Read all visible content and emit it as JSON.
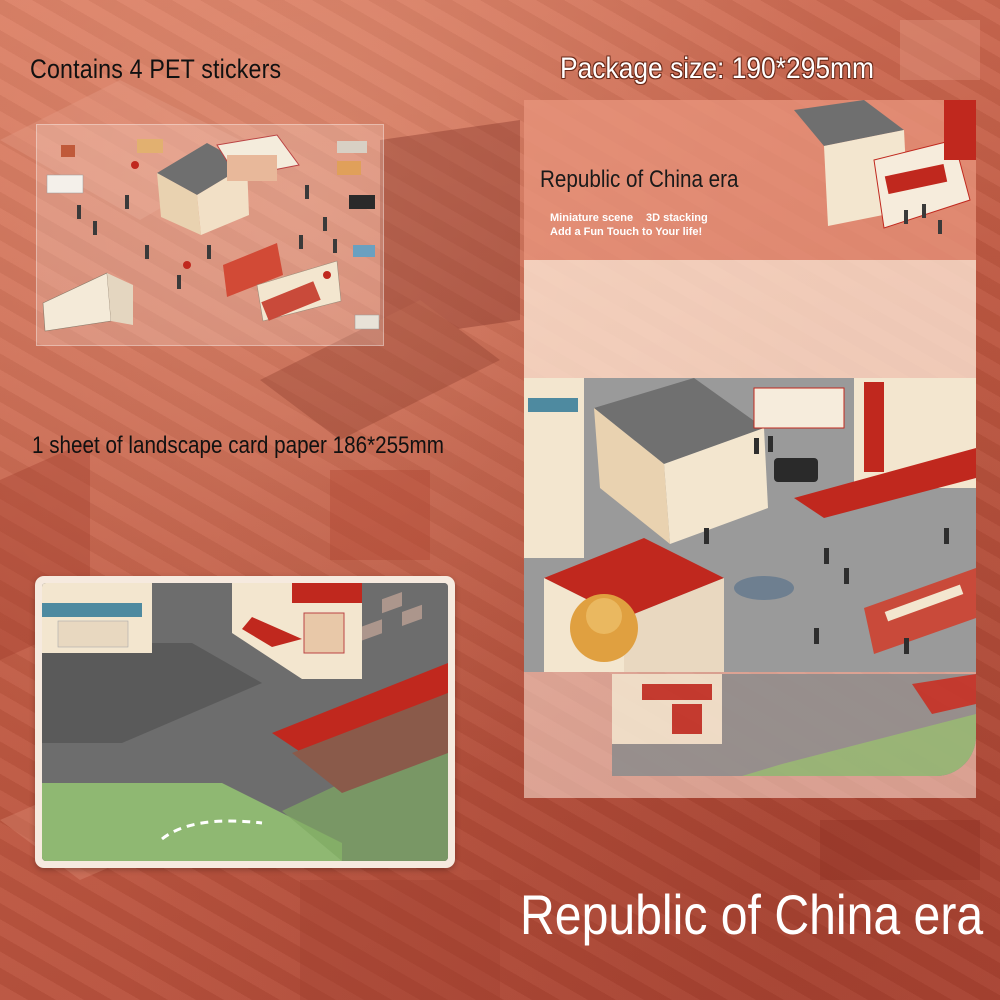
{
  "labels": {
    "stickers": "Contains 4 PET stickers",
    "package_size": "Package size: 190*295mm",
    "card_paper": "1 sheet of landscape card paper 186*255mm",
    "big_title": "Republic of China era"
  },
  "package": {
    "title": "Republic of China era",
    "tagline_1": "Miniature scene",
    "tagline_2": "3D stacking",
    "tagline_3": "Add a Fun Touch to Your life!"
  },
  "colors": {
    "background": "#c8644c",
    "text_dark": "#111111",
    "text_light": "#ffffff",
    "roof_gray": "#6f6f6f",
    "wall_cream": "#f3e6cf",
    "accent_red": "#c0281e",
    "grass_green": "#8fb872",
    "road_gray": "#6b6b6b"
  }
}
